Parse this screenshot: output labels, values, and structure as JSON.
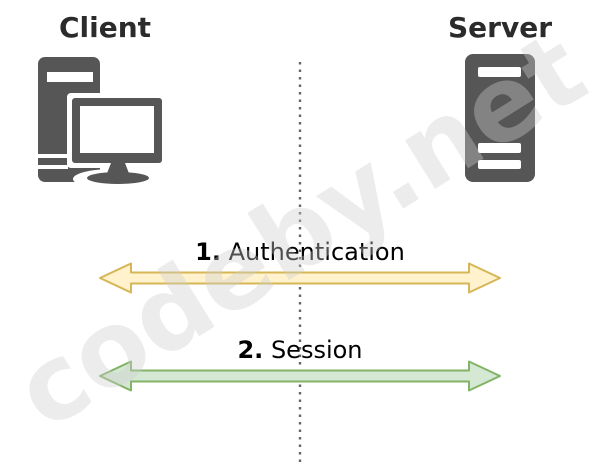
{
  "diagram": {
    "client": {
      "title": "Client"
    },
    "server": {
      "title": "Server"
    },
    "messages": [
      {
        "number": "1.",
        "label": "Authentication",
        "fill": "#fff2cc",
        "stroke": "#d6b656"
      },
      {
        "number": "2.",
        "label": "Session",
        "fill": "#d5e8d4",
        "stroke": "#82b366"
      }
    ],
    "separator": {
      "color": "#666666"
    },
    "icon_color": "#565656",
    "title_color": "#2b2b2b",
    "label_color": "#000000"
  },
  "watermark": {
    "text": "codeby.net"
  }
}
